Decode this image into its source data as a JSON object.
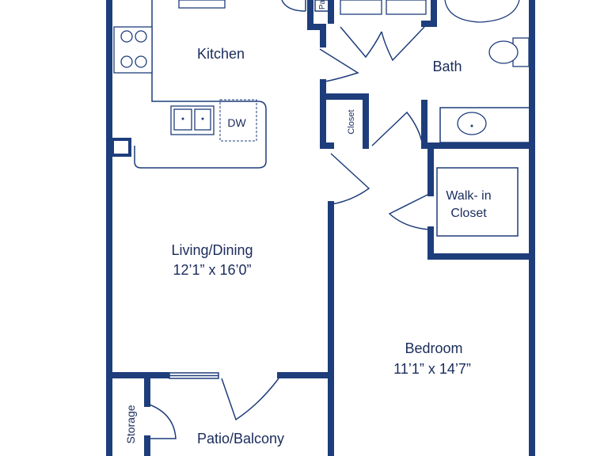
{
  "rooms": {
    "kitchen": "Kitchen",
    "bath": "Bath",
    "closet": "Closet",
    "dw": "DW",
    "walkin_line1": "Walk- in",
    "walkin_line2": "Closet",
    "living": "Living/Dining",
    "living_dims": "12’1” x 16’0”",
    "bedroom": "Bedroom",
    "bedroom_dims": "11’1” x 14’7”",
    "storage": "Storage",
    "patio": "Patio/Balcony",
    "pantry_partial": "Pa"
  },
  "colors": {
    "wall": "#1e3d7b",
    "text": "#1a2b5c",
    "background": "#ffffff"
  }
}
